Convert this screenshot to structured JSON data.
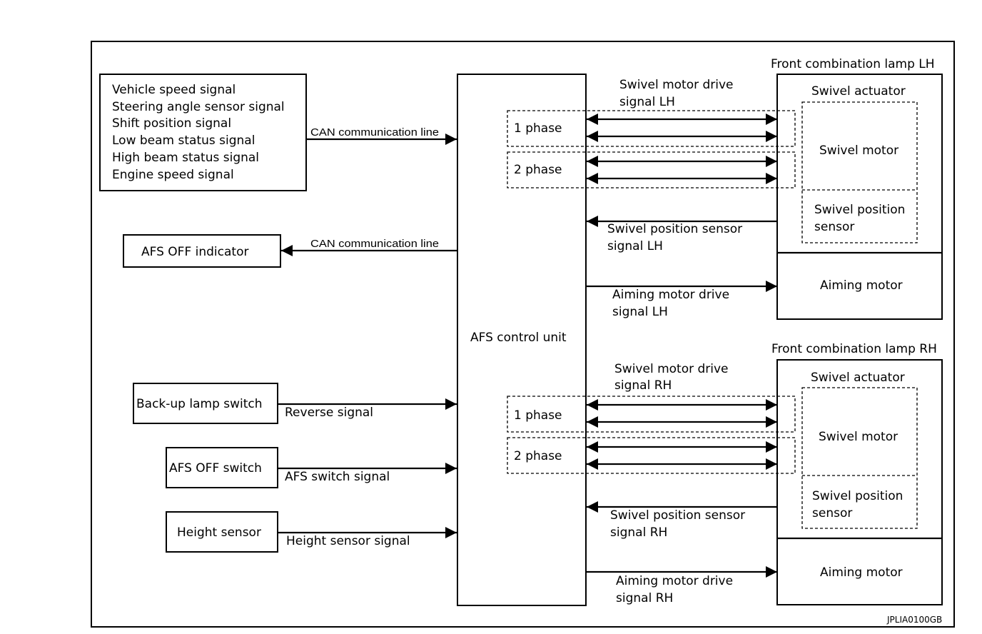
{
  "inputs_box": {
    "lines": [
      "Vehicle speed signal",
      "Steering angle sensor signal",
      "Shift position signal",
      "Low beam status signal",
      "High beam status signal",
      "Engine speed signal"
    ]
  },
  "can_line_label": "CAN communication line",
  "afs_off_indicator": "AFS OFF indicator",
  "afs_control_unit": "AFS control unit",
  "backup_lamp_switch": "Back-up lamp switch",
  "reverse_signal": "Reverse signal",
  "afs_off_switch": "AFS OFF switch",
  "afs_switch_signal": "AFS switch signal",
  "height_sensor": "Height sensor",
  "height_sensor_signal": "Height sensor signal",
  "lamp_lh": {
    "title": "Front combination lamp LH",
    "swivel_actuator": "Swivel actuator",
    "swivel_motor": "Swivel motor",
    "swivel_position_sensor": [
      "Swivel position",
      "sensor"
    ],
    "aiming_motor": "Aiming motor",
    "drive_signal": [
      "Swivel motor drive",
      "signal LH"
    ],
    "phase1": "1 phase",
    "phase2": "2 phase",
    "position_signal": [
      "Swivel position sensor",
      "signal LH"
    ],
    "aiming_signal": [
      "Aiming motor drive",
      "signal LH"
    ]
  },
  "lamp_rh": {
    "title": "Front combination lamp RH",
    "swivel_actuator": "Swivel actuator",
    "swivel_motor": "Swivel motor",
    "swivel_position_sensor": [
      "Swivel position",
      "sensor"
    ],
    "aiming_motor": "Aiming motor",
    "drive_signal": [
      "Swivel motor drive",
      "signal RH"
    ],
    "phase1": "1 phase",
    "phase2": "2 phase",
    "position_signal": [
      "Swivel position sensor",
      "signal RH"
    ],
    "aiming_signal": [
      "Aiming motor drive",
      "signal RH"
    ]
  },
  "figure_code": "JPLIA0100GB"
}
